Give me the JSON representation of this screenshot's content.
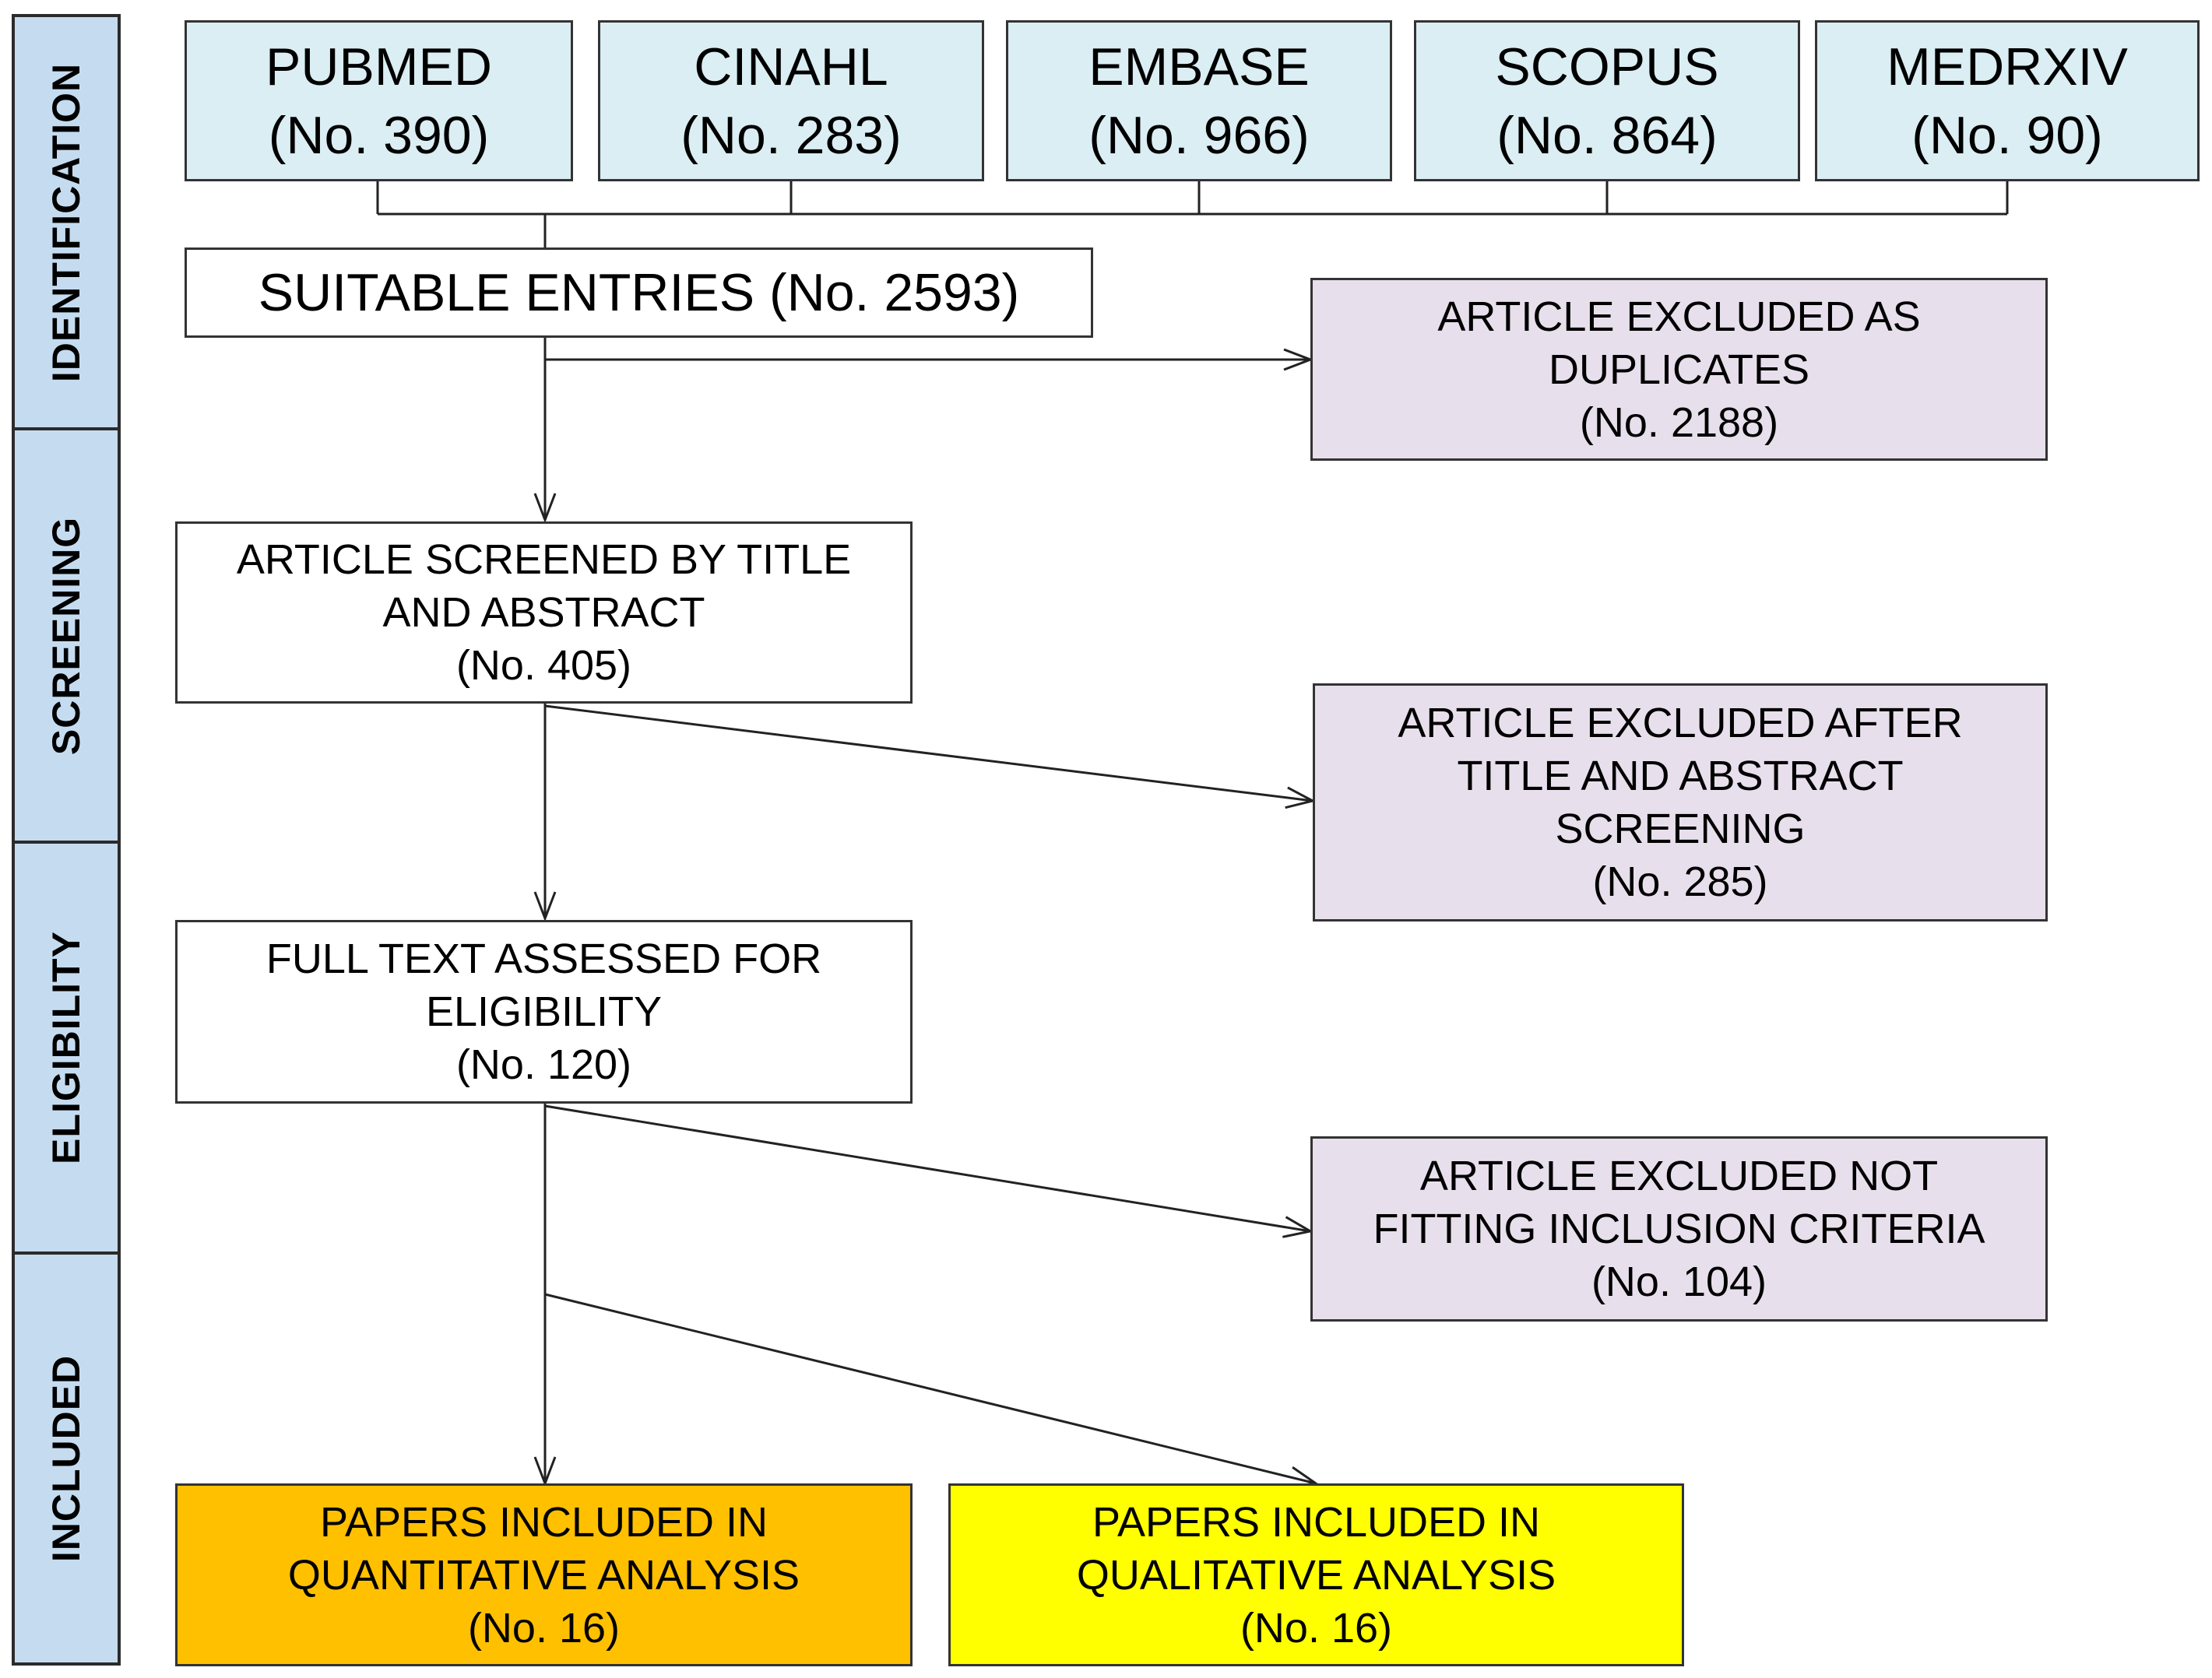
{
  "phases": {
    "identification": "IDENTIFICATION",
    "screening": "SCREENING",
    "eligibility": "ELIGIBILITY",
    "included": "INCLUDED"
  },
  "databases": [
    {
      "name": "PUBMED",
      "count": "(No. 390)"
    },
    {
      "name": "CINAHL",
      "count": "(No. 283)"
    },
    {
      "name": "EMBASE",
      "count": "(No. 966)"
    },
    {
      "name": "SCOPUS",
      "count": "(No. 864)"
    },
    {
      "name": "MEDRXIV",
      "count": "(No. 90)"
    }
  ],
  "suitable_entries": "SUITABLE ENTRIES (No. 2593)",
  "screened": {
    "line1": "ARTICLE SCREENED BY TITLE",
    "line2": "AND ABSTRACT",
    "count": "(No. 405)"
  },
  "full_text": {
    "line1": "FULL TEXT ASSESSED FOR",
    "line2": "ELIGIBILITY",
    "count": "(No. 120)"
  },
  "excluded_duplicates": {
    "line1": "ARTICLE EXCLUDED AS",
    "line2": "DUPLICATES",
    "count": "(No. 2188)"
  },
  "excluded_screening": {
    "line1": "ARTICLE EXCLUDED AFTER",
    "line2": "TITLE AND ABSTRACT",
    "line3": "SCREENING",
    "count": "(No. 285)"
  },
  "excluded_criteria": {
    "line1": "ARTICLE EXCLUDED NOT",
    "line2": "FITTING INCLUSION CRITERIA",
    "count": "(No. 104)"
  },
  "quantitative": {
    "line1": "PAPERS INCLUDED IN",
    "line2": "QUANTITATIVE ANALYSIS",
    "count": "(No. 16)"
  },
  "qualitative": {
    "line1": "PAPERS INCLUDED IN",
    "line2": "QUALITATIVE ANALYSIS",
    "count": "(No. 16)"
  },
  "colors": {
    "phase_bar": "#c5dcf0",
    "database_box": "#daeef3",
    "excluded_box": "#e8dfec",
    "quantitative_box": "#ffc000",
    "qualitative_box": "#ffff00"
  }
}
